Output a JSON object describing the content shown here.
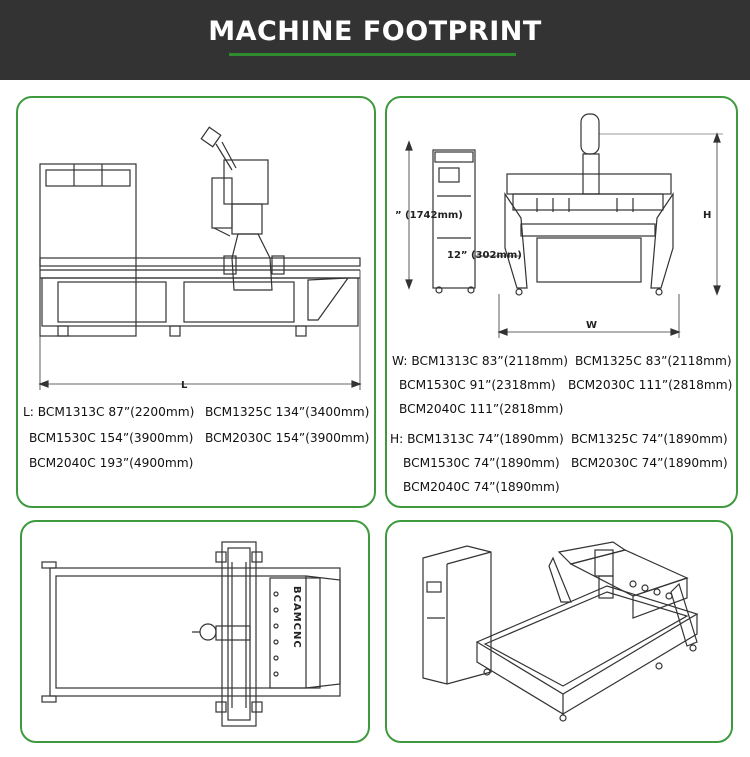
{
  "header": {
    "title": "MACHINE FOOTPRINT",
    "accent": "#2e8b2e",
    "background": "#333333"
  },
  "panel_border_color": "#3f9a3f",
  "side_view": {
    "dim_label": "L",
    "specs": [
      "L: BCM1313C 87”(2200mm)",
      "BCM1325C 134”(3400mm)",
      "BCM1530C 154”(3900mm)",
      "BCM2030C 154”(3900mm)",
      "BCM2040C 193”(4900mm)"
    ]
  },
  "front_view": {
    "dim_w": "W",
    "dim_h": "H",
    "dim_left": "” (1742mm)",
    "dim_mid": "12” (302mm)",
    "w_specs": [
      "W: BCM1313C 83”(2118mm)",
      "BCM1325C 83”(2118mm)",
      "BCM1530C 91”(2318mm)",
      "BCM2030C 111”(2818mm)",
      "BCM2040C 111”(2818mm)"
    ],
    "h_specs": [
      "H: BCM1313C 74”(1890mm)",
      "BCM1325C 74”(1890mm)",
      "BCM1530C 74”(1890mm)",
      "BCM2030C 74”(1890mm)",
      "BCM2040C 74”(1890mm)"
    ]
  },
  "top_view": {
    "gantry_logo": "BCAMCNC"
  },
  "perspective_view": {}
}
